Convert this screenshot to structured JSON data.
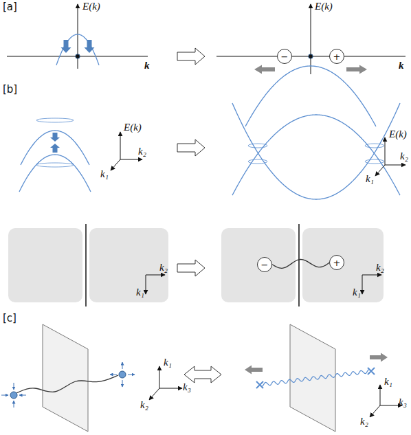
{
  "diagram": {
    "nodes": [
      {
        "text": [
          "−"
        ]
      },
      {
        "text": [
          "+"
        ]
      },
      {
        "text": [
          "−"
        ]
      },
      {
        "text": [
          "+"
        ]
      }
    ],
    "edges": [
      {
        "from": 2,
        "to": 3,
        "arrow": "none"
      }
    ],
    "labels": [
      "[a]",
      "E(k)",
      "k",
      "E(k)",
      "k",
      "[b]",
      "E(k)",
      "k₁",
      "k₂",
      "E(k)",
      "k₁",
      "k₂",
      "k₁",
      "k₂",
      "k₁",
      "k₂",
      "[c]",
      "k₁",
      "k₂",
      "k₃",
      "k₁",
      "k₂",
      "k₃"
    ]
  }
}
